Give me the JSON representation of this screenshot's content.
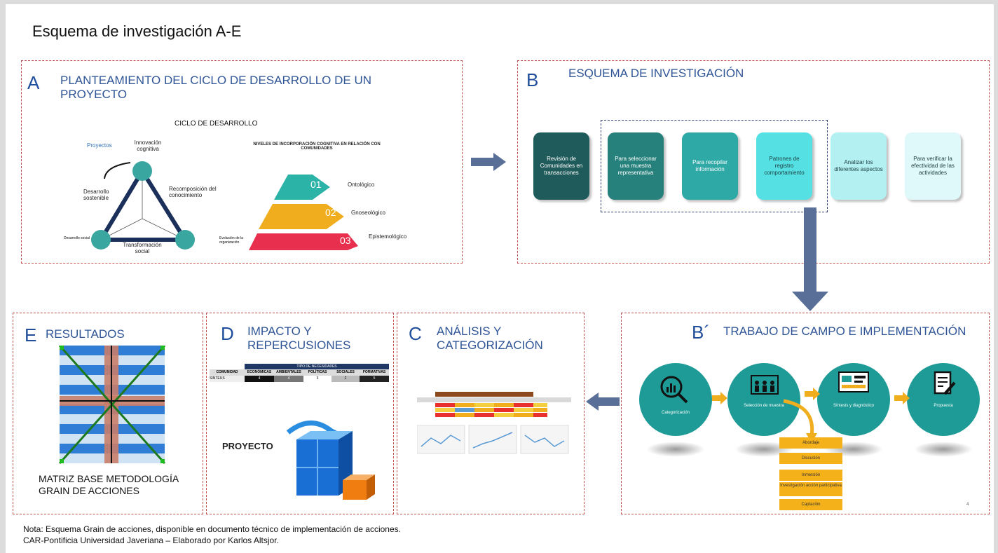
{
  "title": "Esquema de investigación A-E",
  "panel_a": {
    "letter": "A",
    "title": "PLANTEAMIENTO  DEL CICLO DE DESARROLLO DE UN PROYECTO",
    "cycle_title": "CICLO DE DESARROLLO",
    "labels": {
      "proyectos": "Proyectos",
      "innovacion": "Innovación cognitiva",
      "recomposicion": "Recomposición del conocimiento",
      "desarrollo_sostenible": "Desarrollo sostenible",
      "desarrollo_social": "Desarrollo social",
      "transformacion": "Transformación social",
      "evolucion": "Evolución de la organización"
    },
    "pyramid_title": "NIVELES DE INCORPORACIÓN COGNITIVA EN RELACIÓN CON COMUNIDADES",
    "levels": [
      {
        "num": "01",
        "label": "Ontológico",
        "color": "#2bb3a7"
      },
      {
        "num": "02",
        "label": "Gnoseológico",
        "color": "#f0ae1e"
      },
      {
        "num": "03",
        "label": "Epistemológico",
        "color": "#e8304e"
      }
    ]
  },
  "panel_b": {
    "letter": "B",
    "title": "ESQUEMA DE INVESTIGACIÓN",
    "steps": [
      {
        "text": "Revisión de Comunidades en transacciones",
        "color": "#1f5b5a",
        "text_color": "#ffffff"
      },
      {
        "text": "Para seleccionar una muestra representativa",
        "color": "#26807c",
        "text_color": "#ffffff"
      },
      {
        "text": "Para recopilar información",
        "color": "#2fa9a6",
        "text_color": "#ffffff"
      },
      {
        "text": "Patrones de registro comportamiento",
        "color": "#55e1e4",
        "text_color": "#1d3f40"
      },
      {
        "text": "Analizar los diferentes aspectos",
        "color": "#b3f0f2",
        "text_color": "#1d3f40"
      },
      {
        "text": "Para verificar la efectividad de las actividades",
        "color": "#dff8f9",
        "text_color": "#1d3f40"
      }
    ]
  },
  "panel_b2": {
    "letter": "B´",
    "title": "TRABAJO DE CAMPO E IMPLEMENTACIÓN",
    "circles": [
      "Categorización",
      "Selección de muestra",
      "Síntesis y diagnóstico",
      "Propuesta"
    ],
    "levels": [
      "Abordaje",
      "Discusión",
      "Inmersión",
      "Investigación acción participativa",
      "Captación"
    ],
    "page_num": "4"
  },
  "panel_c": {
    "letter": "C",
    "title": "ANÁLISIS Y CATEGORIZACIÓN"
  },
  "panel_d": {
    "letter": "D",
    "title": "IMPACTO Y REPERCUSIONES",
    "table_header": "TIPO DE NECESIDADES",
    "columns": [
      "COMUNIDAD",
      "ECONÓMICAS",
      "AMBIENTALES",
      "POLÍTICAS",
      "SOCIALES",
      "FORMATIVAS"
    ],
    "row": [
      "SINTEUS",
      "4",
      "4",
      "3",
      "2",
      "5"
    ],
    "project_label": "PROYECTO"
  },
  "panel_e": {
    "letter": "E",
    "title": "RESULTADOS",
    "caption": "MATRIZ  BASE METODOLOGÍA GRAIN DE ACCIONES"
  },
  "note": {
    "line1": "Nota: Esquema Grain de acciones, disponible en documento técnico de implementación de acciones.",
    "line2": "CAR-Pontificia Universidad Javeriana – Elaborado por Karlos Altsjor."
  }
}
